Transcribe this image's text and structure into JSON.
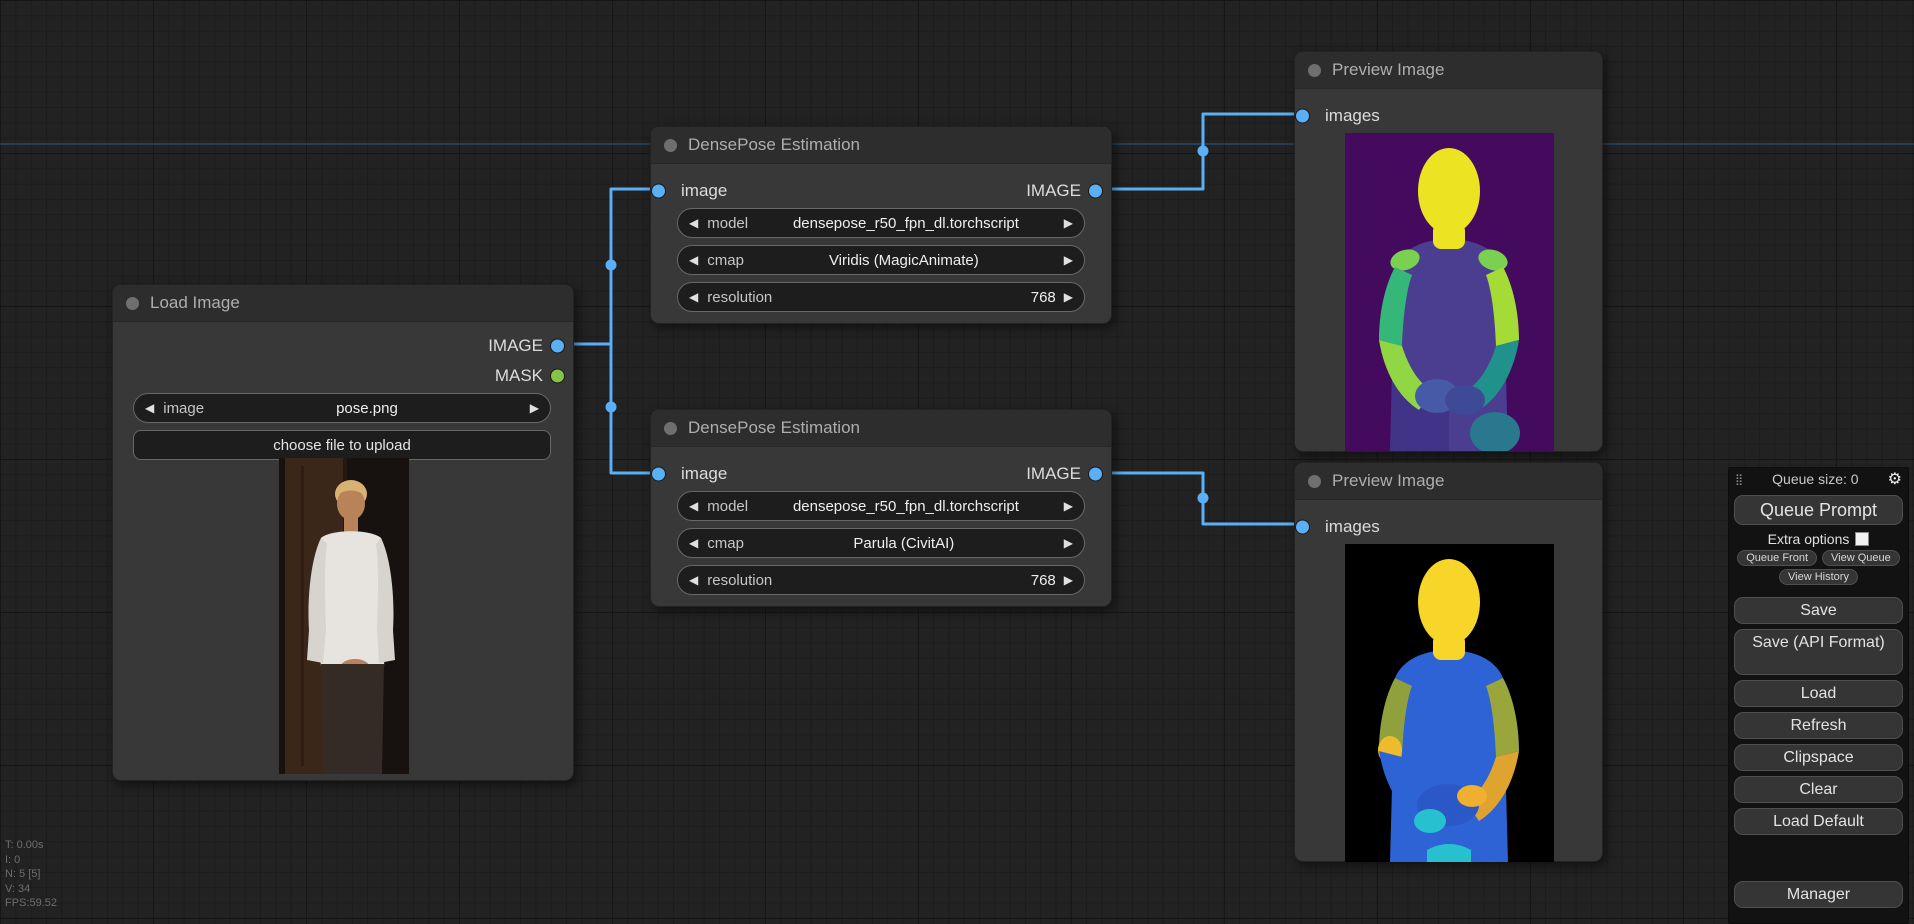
{
  "stats": {
    "lines": [
      "T: 0.00s",
      "I: 0",
      "N: 5 [5]",
      "V: 34",
      "FPS:59.52"
    ]
  },
  "icons": {
    "combo_left": "◀",
    "combo_right": "▶",
    "gear": "⚙",
    "drag_handle": "⣿"
  },
  "colors": {
    "link": "#5aaff5",
    "slot_image": "#5aaff5",
    "slot_mask": "#86c245",
    "guide_line": "#27435f"
  },
  "nodes": {
    "load_image": {
      "title": "Load Image",
      "out_image": "IMAGE",
      "out_mask": "MASK",
      "widget_image_label": "image",
      "widget_image_value": "pose.png",
      "upload_label": "choose file to upload"
    },
    "densepose1": {
      "title": "DensePose Estimation",
      "in_label": "image",
      "out_label": "IMAGE",
      "model_label": "model",
      "model_value": "densepose_r50_fpn_dl.torchscript",
      "cmap_label": "cmap",
      "cmap_value": "Viridis (MagicAnimate)",
      "res_label": "resolution",
      "res_value": "768"
    },
    "densepose2": {
      "title": "DensePose Estimation",
      "in_label": "image",
      "out_label": "IMAGE",
      "model_label": "model",
      "model_value": "densepose_r50_fpn_dl.torchscript",
      "cmap_label": "cmap",
      "cmap_value": "Parula (CivitAI)",
      "res_label": "resolution",
      "res_value": "768"
    },
    "preview1": {
      "title": "Preview Image",
      "in_label": "images"
    },
    "preview2": {
      "title": "Preview Image",
      "in_label": "images"
    }
  },
  "menu": {
    "queue_size": "Queue size: 0",
    "queue_prompt": "Queue Prompt",
    "extra_options": "Extra options",
    "queue_front": "Queue Front",
    "view_queue": "View Queue",
    "view_history": "View History",
    "save": "Save",
    "save_api": "Save (API Format)",
    "load": "Load",
    "refresh": "Refresh",
    "clipspace": "Clipspace",
    "clear": "Clear",
    "load_default": "Load Default",
    "manager": "Manager"
  },
  "figures": {
    "viridis": {
      "bg": "#440a5e",
      "head": "#ece323",
      "torso": "#4b3e90",
      "torso_dark": "#3e3086",
      "shoulder": "#7ad151",
      "arm_left": "#35b779",
      "forearm_left": "#90d743",
      "arm_right": "#a5db36",
      "forearm_right": "#21918c",
      "hand_left": "#475aa8",
      "hand_right": "#3f4a96",
      "hip": "#2a788e"
    },
    "parula": {
      "bg": "#000000",
      "head": "#f8d629",
      "torso": "#2e63d5",
      "arm_left": "#8fa03d",
      "elbow": "#edbb2c",
      "forearm_left": "#2e63d5",
      "arm_right": "#9aa53b",
      "forearm_right": "#dfa42f",
      "hands": "#2a58c7",
      "hand_teal": "#27c0cf",
      "hand_yellow": "#f0b02f",
      "bottom_teal": "#27c0cf"
    },
    "photo": {
      "bg": "#17110f",
      "door": "#3a2719",
      "door_dark": "#241710",
      "shirt": "#e7e4df",
      "shirt_shade": "#d7d3cd",
      "skin": "#b9835a",
      "hair": "#d7b271",
      "pants": "#332b24"
    }
  }
}
